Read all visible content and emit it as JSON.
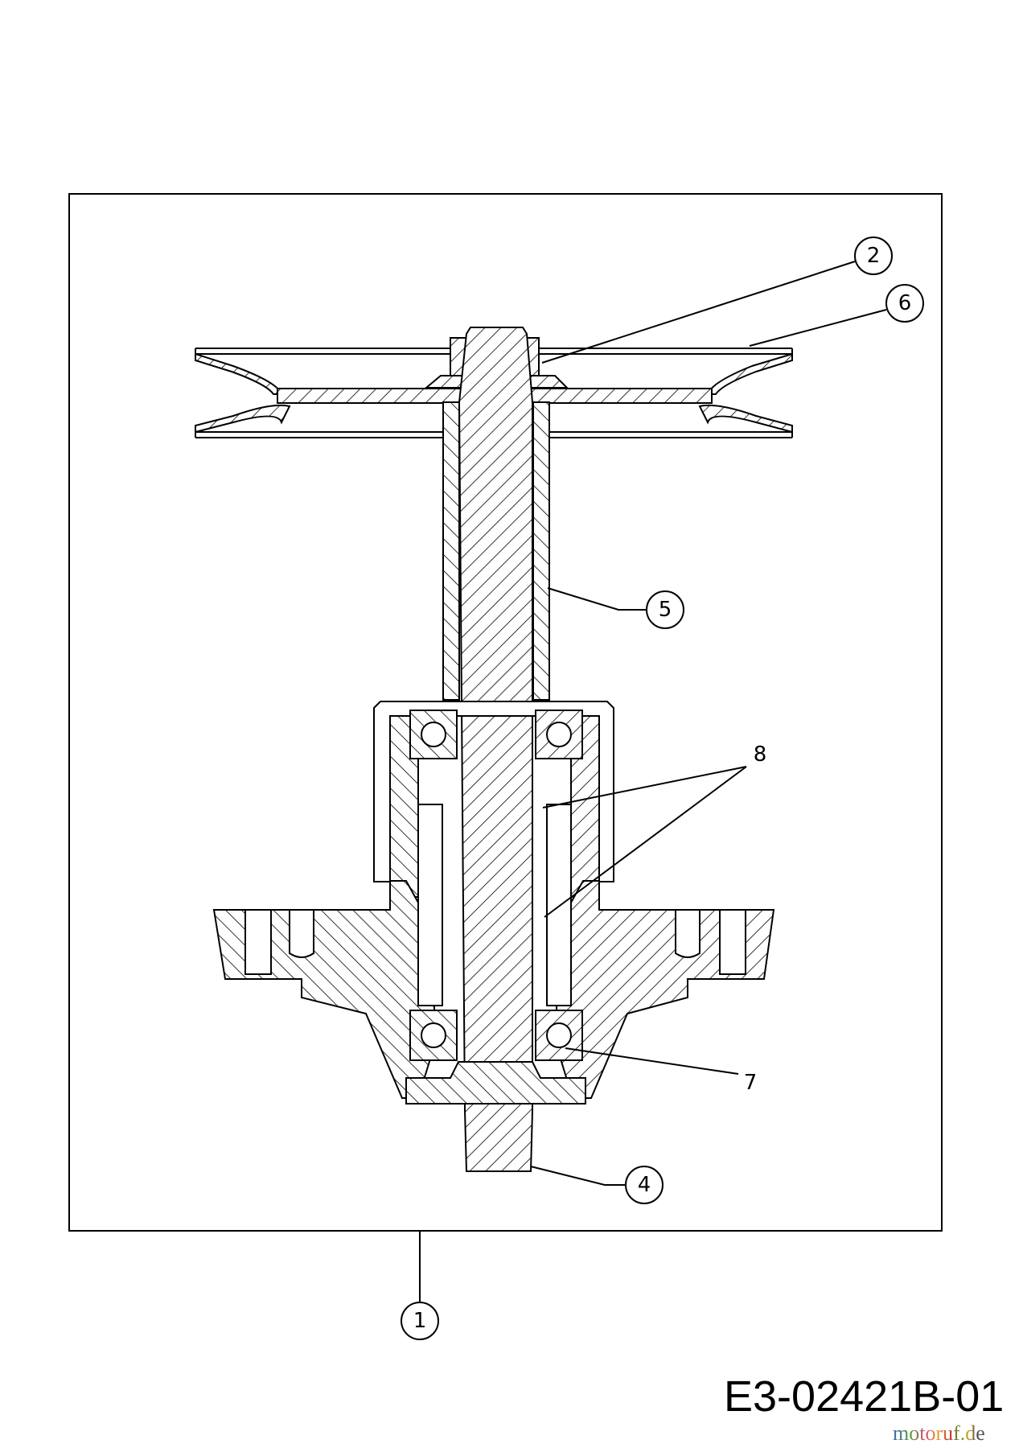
{
  "drawing": {
    "code": "E3-02421B-01",
    "watermark": "motoruf.de",
    "callouts": [
      {
        "id": "c1",
        "label": "1"
      },
      {
        "id": "c2",
        "label": "2"
      },
      {
        "id": "c4",
        "label": "4"
      },
      {
        "id": "c5",
        "label": "5"
      },
      {
        "id": "c6",
        "label": "6"
      },
      {
        "id": "c7",
        "label": "7"
      },
      {
        "id": "c8",
        "label": "8"
      }
    ]
  }
}
